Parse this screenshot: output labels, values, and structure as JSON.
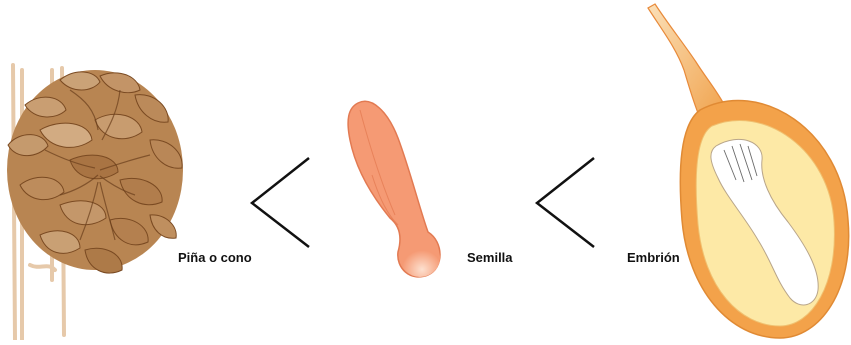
{
  "labels": {
    "cone": "Piña o cono",
    "seed": "Semilla",
    "embryo": "Embrión"
  },
  "colors": {
    "cone_scale": "#b07a4a",
    "cone_shade": "#8a5a30",
    "seed_fill": "#f59a74",
    "embryo_outer": "#f3a24a",
    "embryo_inner": "#fde9a6",
    "arrow": "#111111"
  },
  "icons": [
    "pine-cone-icon",
    "seed-icon",
    "embryo-icon",
    "chevron-left-icon"
  ]
}
